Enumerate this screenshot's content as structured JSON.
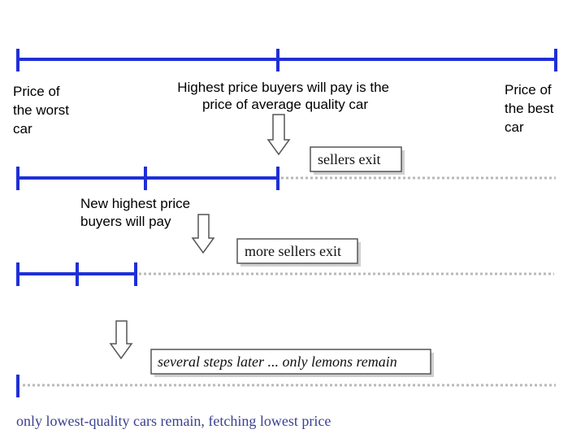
{
  "colors": {
    "line": "#1f2fd6",
    "dotted": "#b8b8b8",
    "arrow_stroke": "#555555",
    "footer_text": "#3a3f8f"
  },
  "labels": {
    "worst": [
      "Price of",
      "the worst",
      "car"
    ],
    "best": [
      "Price of",
      "the best",
      "car"
    ],
    "highest": [
      "Highest price buyers will pay is the",
      "price of average quality car"
    ],
    "new_highest": [
      "New highest price",
      "buyers will pay"
    ]
  },
  "boxes": {
    "sellers_exit": "sellers exit",
    "more_sellers_exit": "more sellers exit",
    "several_steps": "several steps later ... only lemons remain"
  },
  "footer": "only lowest-quality cars remain, fetching lowest price",
  "icons": [
    "down-arrow-icon",
    "down-arrow-icon",
    "down-arrow-icon"
  ]
}
